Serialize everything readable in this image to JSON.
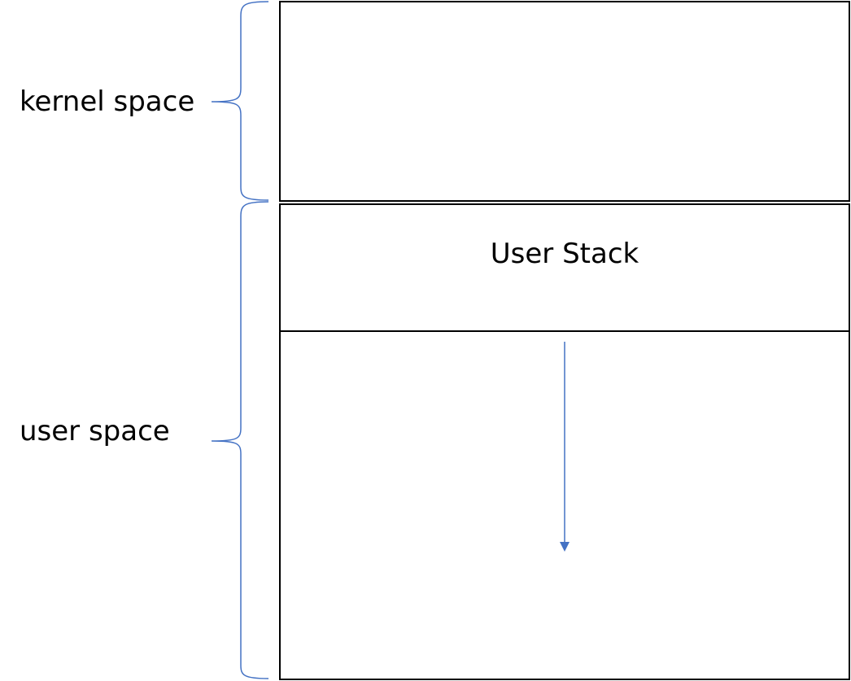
{
  "labels": {
    "kernel": "kernel space",
    "user": "user space",
    "stack": "User Stack"
  },
  "colors": {
    "brace": "#4472C4",
    "arrow": "#4472C4",
    "box": "#000000"
  }
}
